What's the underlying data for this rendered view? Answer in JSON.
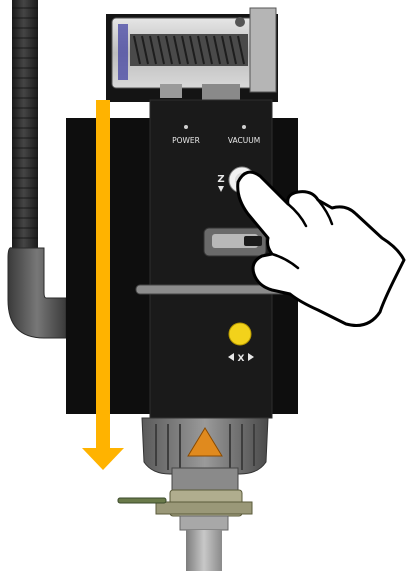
{
  "panel": {
    "power_label": "POWER",
    "vacuum_label": "VACUUM",
    "z_axis_label": "Z",
    "x_axis_label": "X"
  },
  "colors": {
    "arrow": "#FFB300",
    "x_button": "#F2D21B",
    "body": "#0d0d0d",
    "hose": "#2c2c2c",
    "warning_triangle": "#E08A1E"
  },
  "icons": {
    "hand": "pointing-hand-icon",
    "arrow": "down-arrow-icon",
    "warning": "warning-triangle-icon"
  }
}
